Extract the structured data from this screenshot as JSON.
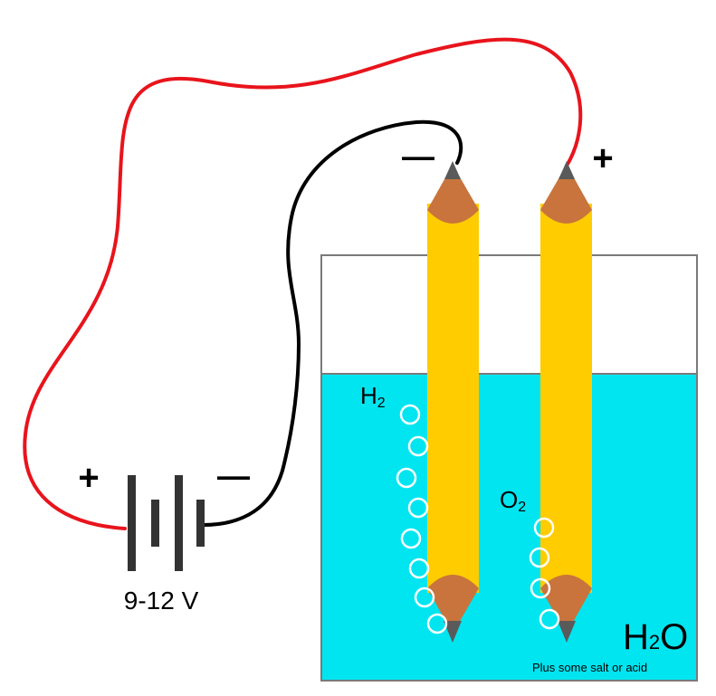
{
  "battery": {
    "voltage_label": "9-12 V",
    "positive_symbol": "+",
    "negative_symbol": "—"
  },
  "electrodes": {
    "cathode_symbol": "—",
    "anode_symbol": "+"
  },
  "gases": {
    "hydrogen": {
      "element": "H",
      "subscript": "2"
    },
    "oxygen": {
      "element": "O",
      "subscript": "2"
    }
  },
  "solution": {
    "formula_main_1": "H",
    "formula_subscript": "2",
    "formula_main_2": "O",
    "note": "Plus some salt or acid"
  },
  "colors": {
    "red_wire": "#e8141c",
    "black_wire": "#000000",
    "water": "#00e5f0",
    "pencil_body": "#ffcc00",
    "pencil_wood": "#c8743c",
    "graphite": "#5a5a5a",
    "battery": "#333333",
    "bubble": "#ffffff"
  }
}
